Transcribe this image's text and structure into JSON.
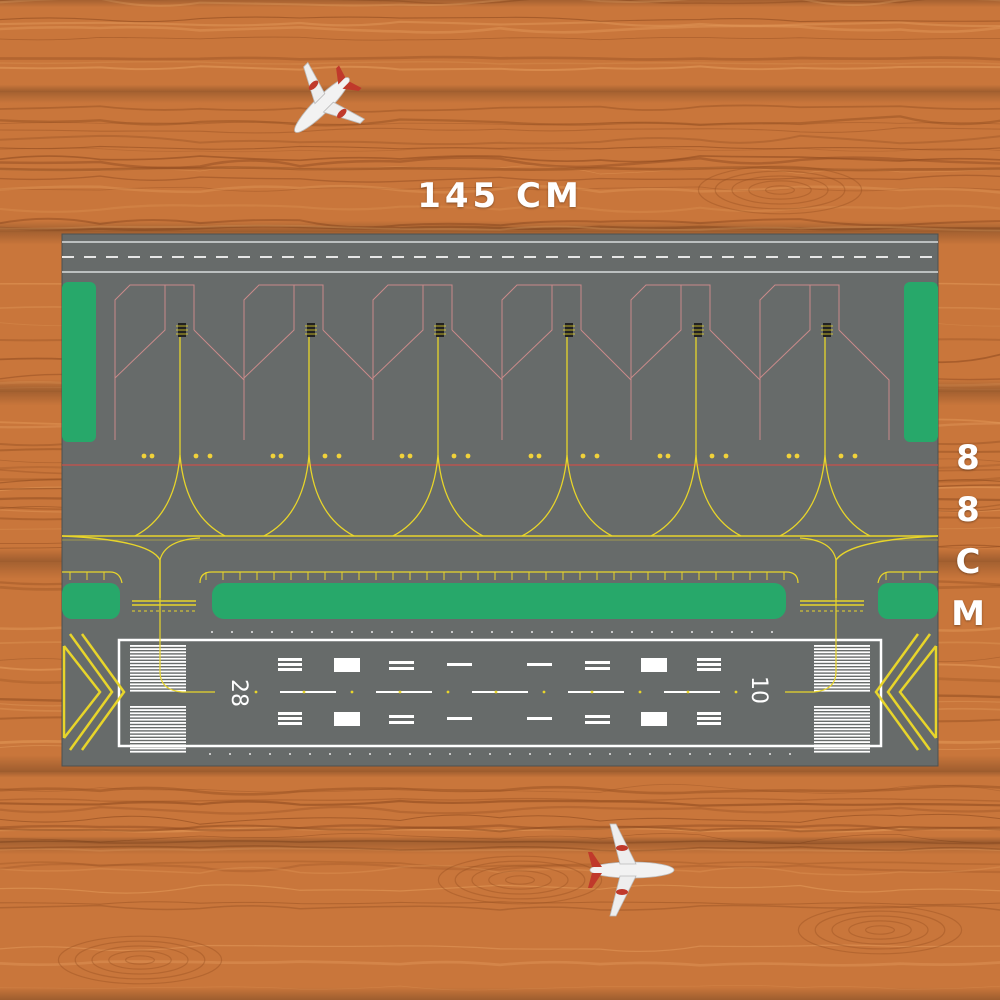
{
  "dimensions": {
    "width_label": "145 CM",
    "height_chars": [
      "8",
      "8",
      "C",
      "M"
    ]
  },
  "runway": {
    "designator_left": "28",
    "designator_right": "10"
  },
  "gates": {
    "count": 6
  },
  "colors": {
    "wood_base": "#c9763b",
    "wood_grain_dark": "#8e4a1e",
    "wood_grain_light": "#e39a5a",
    "asphalt": "#676b6a",
    "grass": "#27a86a",
    "taxi_line": "#e8d52a",
    "stand_line": "#c98a8a",
    "edge_red": "#c8504a",
    "marking_white": "#ffffff"
  },
  "decorations": {
    "airplane_icons": [
      "airplane-icon",
      "airplane-icon"
    ]
  }
}
